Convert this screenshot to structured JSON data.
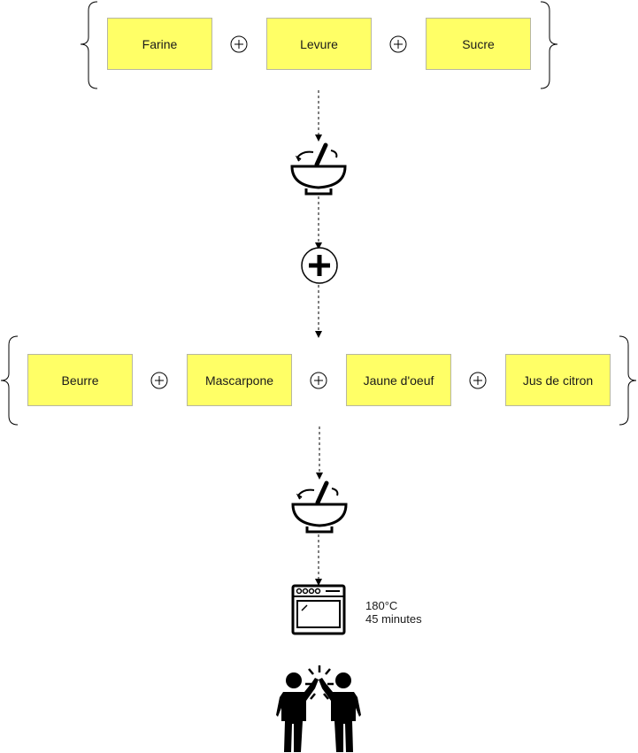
{
  "diagram": {
    "group_1": {
      "ingredients": [
        "Farine",
        "Levure",
        "Sucre"
      ]
    },
    "group_2": {
      "ingredients": [
        "Beurre",
        "Mascarpone",
        "Jaune d'oeuf",
        "Jus de citron"
      ]
    },
    "steps": [
      {
        "name": "mix-bowl-icon"
      },
      {
        "name": "plus-icon"
      },
      {
        "name": "mix-bowl-icon"
      },
      {
        "name": "oven-icon"
      },
      {
        "name": "high-five-icon"
      }
    ],
    "oven": {
      "temperature": "180°C",
      "duration": "45 minutes"
    }
  }
}
